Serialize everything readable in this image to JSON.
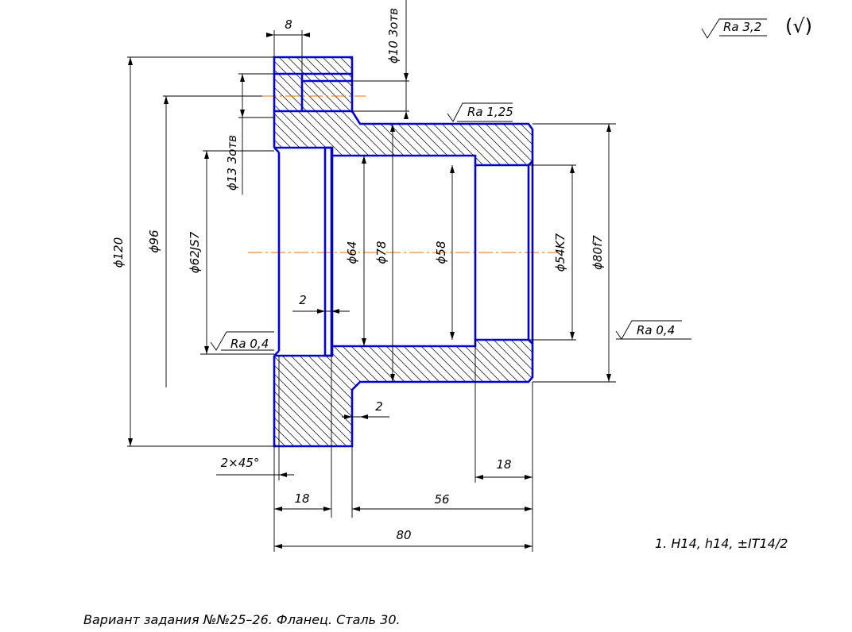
{
  "roughness": {
    "general": "Ra 3,2",
    "general_suffix": "(√)",
    "top_surface": "Ra 1,25",
    "bore_left": "Ra 0,4",
    "bore_right": "Ra 0,4"
  },
  "dimensions": {
    "d120": "ϕ120",
    "d96": "ϕ96",
    "d62": "ϕ62JS7",
    "d13": "ϕ13 3отв",
    "d10": "ϕ10 3отв",
    "d64": "ϕ64",
    "d78": "ϕ78",
    "d58": "ϕ58",
    "d54": "ϕ54K7",
    "d80": "ϕ80f7",
    "w8": "8",
    "groove2": "2",
    "undercut2": "2",
    "chamfer": "2×45°",
    "len18_left": "18",
    "len18_right": "18",
    "len56": "56",
    "len80": "80"
  },
  "notes": {
    "tolerance_note": "1. H14, h14, ±IT14/2"
  },
  "title_line": "Вариант задания №№25–26. Фланец. Сталь 30.",
  "colors": {
    "contour": "#0000d0",
    "axis": "#e07010",
    "lines": "#000000"
  }
}
